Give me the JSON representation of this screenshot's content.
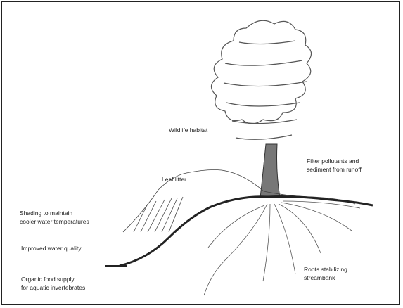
{
  "figure": {
    "labels": {
      "wildlife_habitat": "Wildlife habitat",
      "leaf_litter": "Leaf litter",
      "filter_pollutants": [
        "Filter pollutants and",
        "sediment from runoff"
      ],
      "shading": [
        "Shading to maintain",
        "cooler water temperatures"
      ],
      "improved_water": "Improved water quality",
      "organic_food": [
        "Organic food supply",
        "for aquatic invertebrates"
      ],
      "roots": [
        "Roots stabilizing",
        "streambank"
      ]
    },
    "colors": {
      "ink": "#222222",
      "ground": "#333333",
      "foliage": "#555555"
    }
  }
}
